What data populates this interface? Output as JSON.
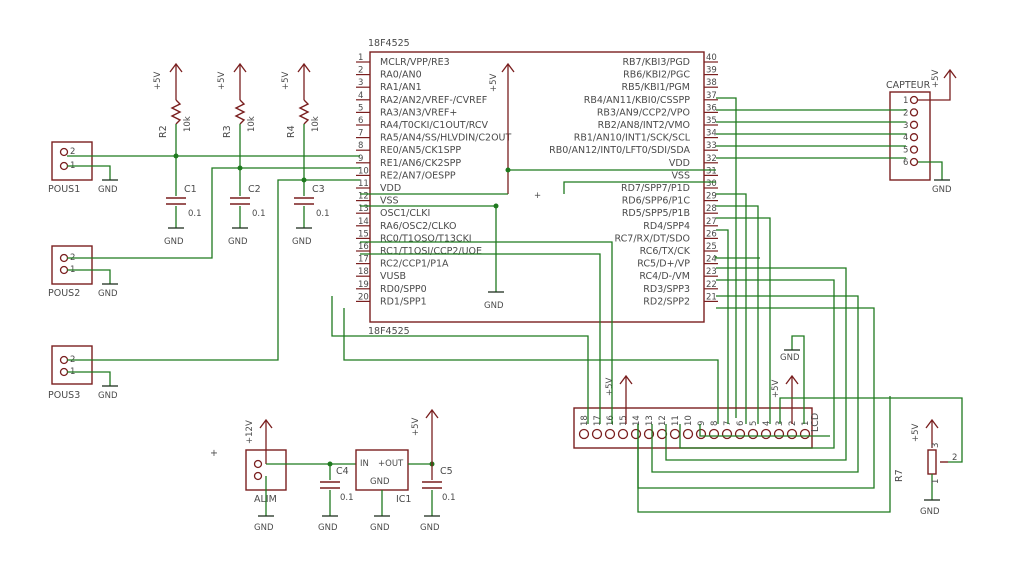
{
  "mcu": {
    "name_top": "18F4525",
    "name_bottom": "18F4525",
    "left_pins": [
      {
        "num": "1",
        "name": "MCLR/VPP/RE3"
      },
      {
        "num": "2",
        "name": "RA0/AN0"
      },
      {
        "num": "3",
        "name": "RA1/AN1"
      },
      {
        "num": "4",
        "name": "RA2/AN2/VREF-/CVREF"
      },
      {
        "num": "5",
        "name": "RA3/AN3/VREF+"
      },
      {
        "num": "6",
        "name": "RA4/T0CKI/C1OUT/RCV"
      },
      {
        "num": "7",
        "name": "RA5/AN4/SS/HLVDIN/C2OUT"
      },
      {
        "num": "8",
        "name": "RE0/AN5/CK1SPP"
      },
      {
        "num": "9",
        "name": "RE1/AN6/CK2SPP"
      },
      {
        "num": "10",
        "name": "RE2/AN7/OESPP"
      },
      {
        "num": "11",
        "name": "VDD"
      },
      {
        "num": "12",
        "name": "VSS"
      },
      {
        "num": "13",
        "name": "OSC1/CLKI"
      },
      {
        "num": "14",
        "name": "RA6/OSC2/CLKO"
      },
      {
        "num": "15",
        "name": "RC0/T1OSO/T13CKI"
      },
      {
        "num": "16",
        "name": "RC1/T1OSI/CCP2/UOE"
      },
      {
        "num": "17",
        "name": "RC2/CCP1/P1A"
      },
      {
        "num": "18",
        "name": "VUSB"
      },
      {
        "num": "19",
        "name": "RD0/SPP0"
      },
      {
        "num": "20",
        "name": "RD1/SPP1"
      }
    ],
    "right_pins": [
      {
        "num": "40",
        "name": "RB7/KBI3/PGD"
      },
      {
        "num": "39",
        "name": "RB6/KBI2/PGC"
      },
      {
        "num": "38",
        "name": "RB5/KBI1/PGM"
      },
      {
        "num": "37",
        "name": "RB4/AN11/KBI0/CSSPP"
      },
      {
        "num": "36",
        "name": "RB3/AN9/CCP2/VPO"
      },
      {
        "num": "35",
        "name": "RB2/AN8/INT2/VMO"
      },
      {
        "num": "34",
        "name": "RB1/AN10/INT1/SCK/SCL"
      },
      {
        "num": "33",
        "name": "RB0/AN12/INT0/LFT0/SDI/SDA"
      },
      {
        "num": "32",
        "name": "VDD"
      },
      {
        "num": "31",
        "name": "VSS"
      },
      {
        "num": "30",
        "name": "RD7/SPP7/P1D"
      },
      {
        "num": "29",
        "name": "RD6/SPP6/P1C"
      },
      {
        "num": "28",
        "name": "RD5/SPP5/P1B"
      },
      {
        "num": "27",
        "name": "RD4/SPP4"
      },
      {
        "num": "26",
        "name": "RC7/RX/DT/SDO"
      },
      {
        "num": "25",
        "name": "RC6/TX/CK"
      },
      {
        "num": "24",
        "name": "RC5/D+/VP"
      },
      {
        "num": "23",
        "name": "RC4/D-/VM"
      },
      {
        "num": "22",
        "name": "RD3/SPP3"
      },
      {
        "num": "21",
        "name": "RD2/SPP2"
      }
    ]
  },
  "resistors": [
    {
      "name": "R2",
      "value": "10k",
      "supply": "+5V"
    },
    {
      "name": "R3",
      "value": "10k",
      "supply": "+5V"
    },
    {
      "name": "R4",
      "value": "10k",
      "supply": "+5V"
    }
  ],
  "capacitors": [
    {
      "name": "C1",
      "value": "0.1",
      "gnd": "GND"
    },
    {
      "name": "C2",
      "value": "0.1",
      "gnd": "GND"
    },
    {
      "name": "C3",
      "value": "0.1",
      "gnd": "GND"
    }
  ],
  "buttons": [
    {
      "name": "POUS1",
      "pin_a": "2",
      "pin_b": "1",
      "gnd": "GND"
    },
    {
      "name": "POUS2",
      "pin_a": "2",
      "pin_b": "1",
      "gnd": "GND"
    },
    {
      "name": "POUS3",
      "pin_a": "2",
      "pin_b": "1",
      "gnd": "GND"
    }
  ],
  "mcu_supply": {
    "vdd": "+5V",
    "vss": "GND",
    "plus": "+"
  },
  "capteur": {
    "name": "CAPTEUR",
    "supply": "+5V",
    "gnd": "GND",
    "pins": [
      "1",
      "2",
      "3",
      "4",
      "5",
      "6"
    ]
  },
  "lcd": {
    "name": "LCD",
    "pins": [
      "18",
      "17",
      "16",
      "15",
      "14",
      "13",
      "12",
      "11",
      "10",
      "9",
      "8",
      "7",
      "6",
      "5",
      "4",
      "3",
      "2",
      "1"
    ],
    "supply_left": "+5V",
    "supply_right": "+5V",
    "gnd": "GND"
  },
  "r7": {
    "name": "R7",
    "supply": "+5V",
    "gnd": "GND",
    "pin1": "1",
    "pin2": "2",
    "pin3": "3"
  },
  "power": {
    "alim": "ALIM",
    "alim_supply": "+12V",
    "c4": "C4",
    "c4_value": "0.1",
    "ic1": "IC1",
    "ic1_in": "IN",
    "ic1_out": "+OUT",
    "ic1_gnd": "GND",
    "c5": "C5",
    "c5_value": "0.1",
    "out_supply": "+5V",
    "gnd": "GND"
  }
}
